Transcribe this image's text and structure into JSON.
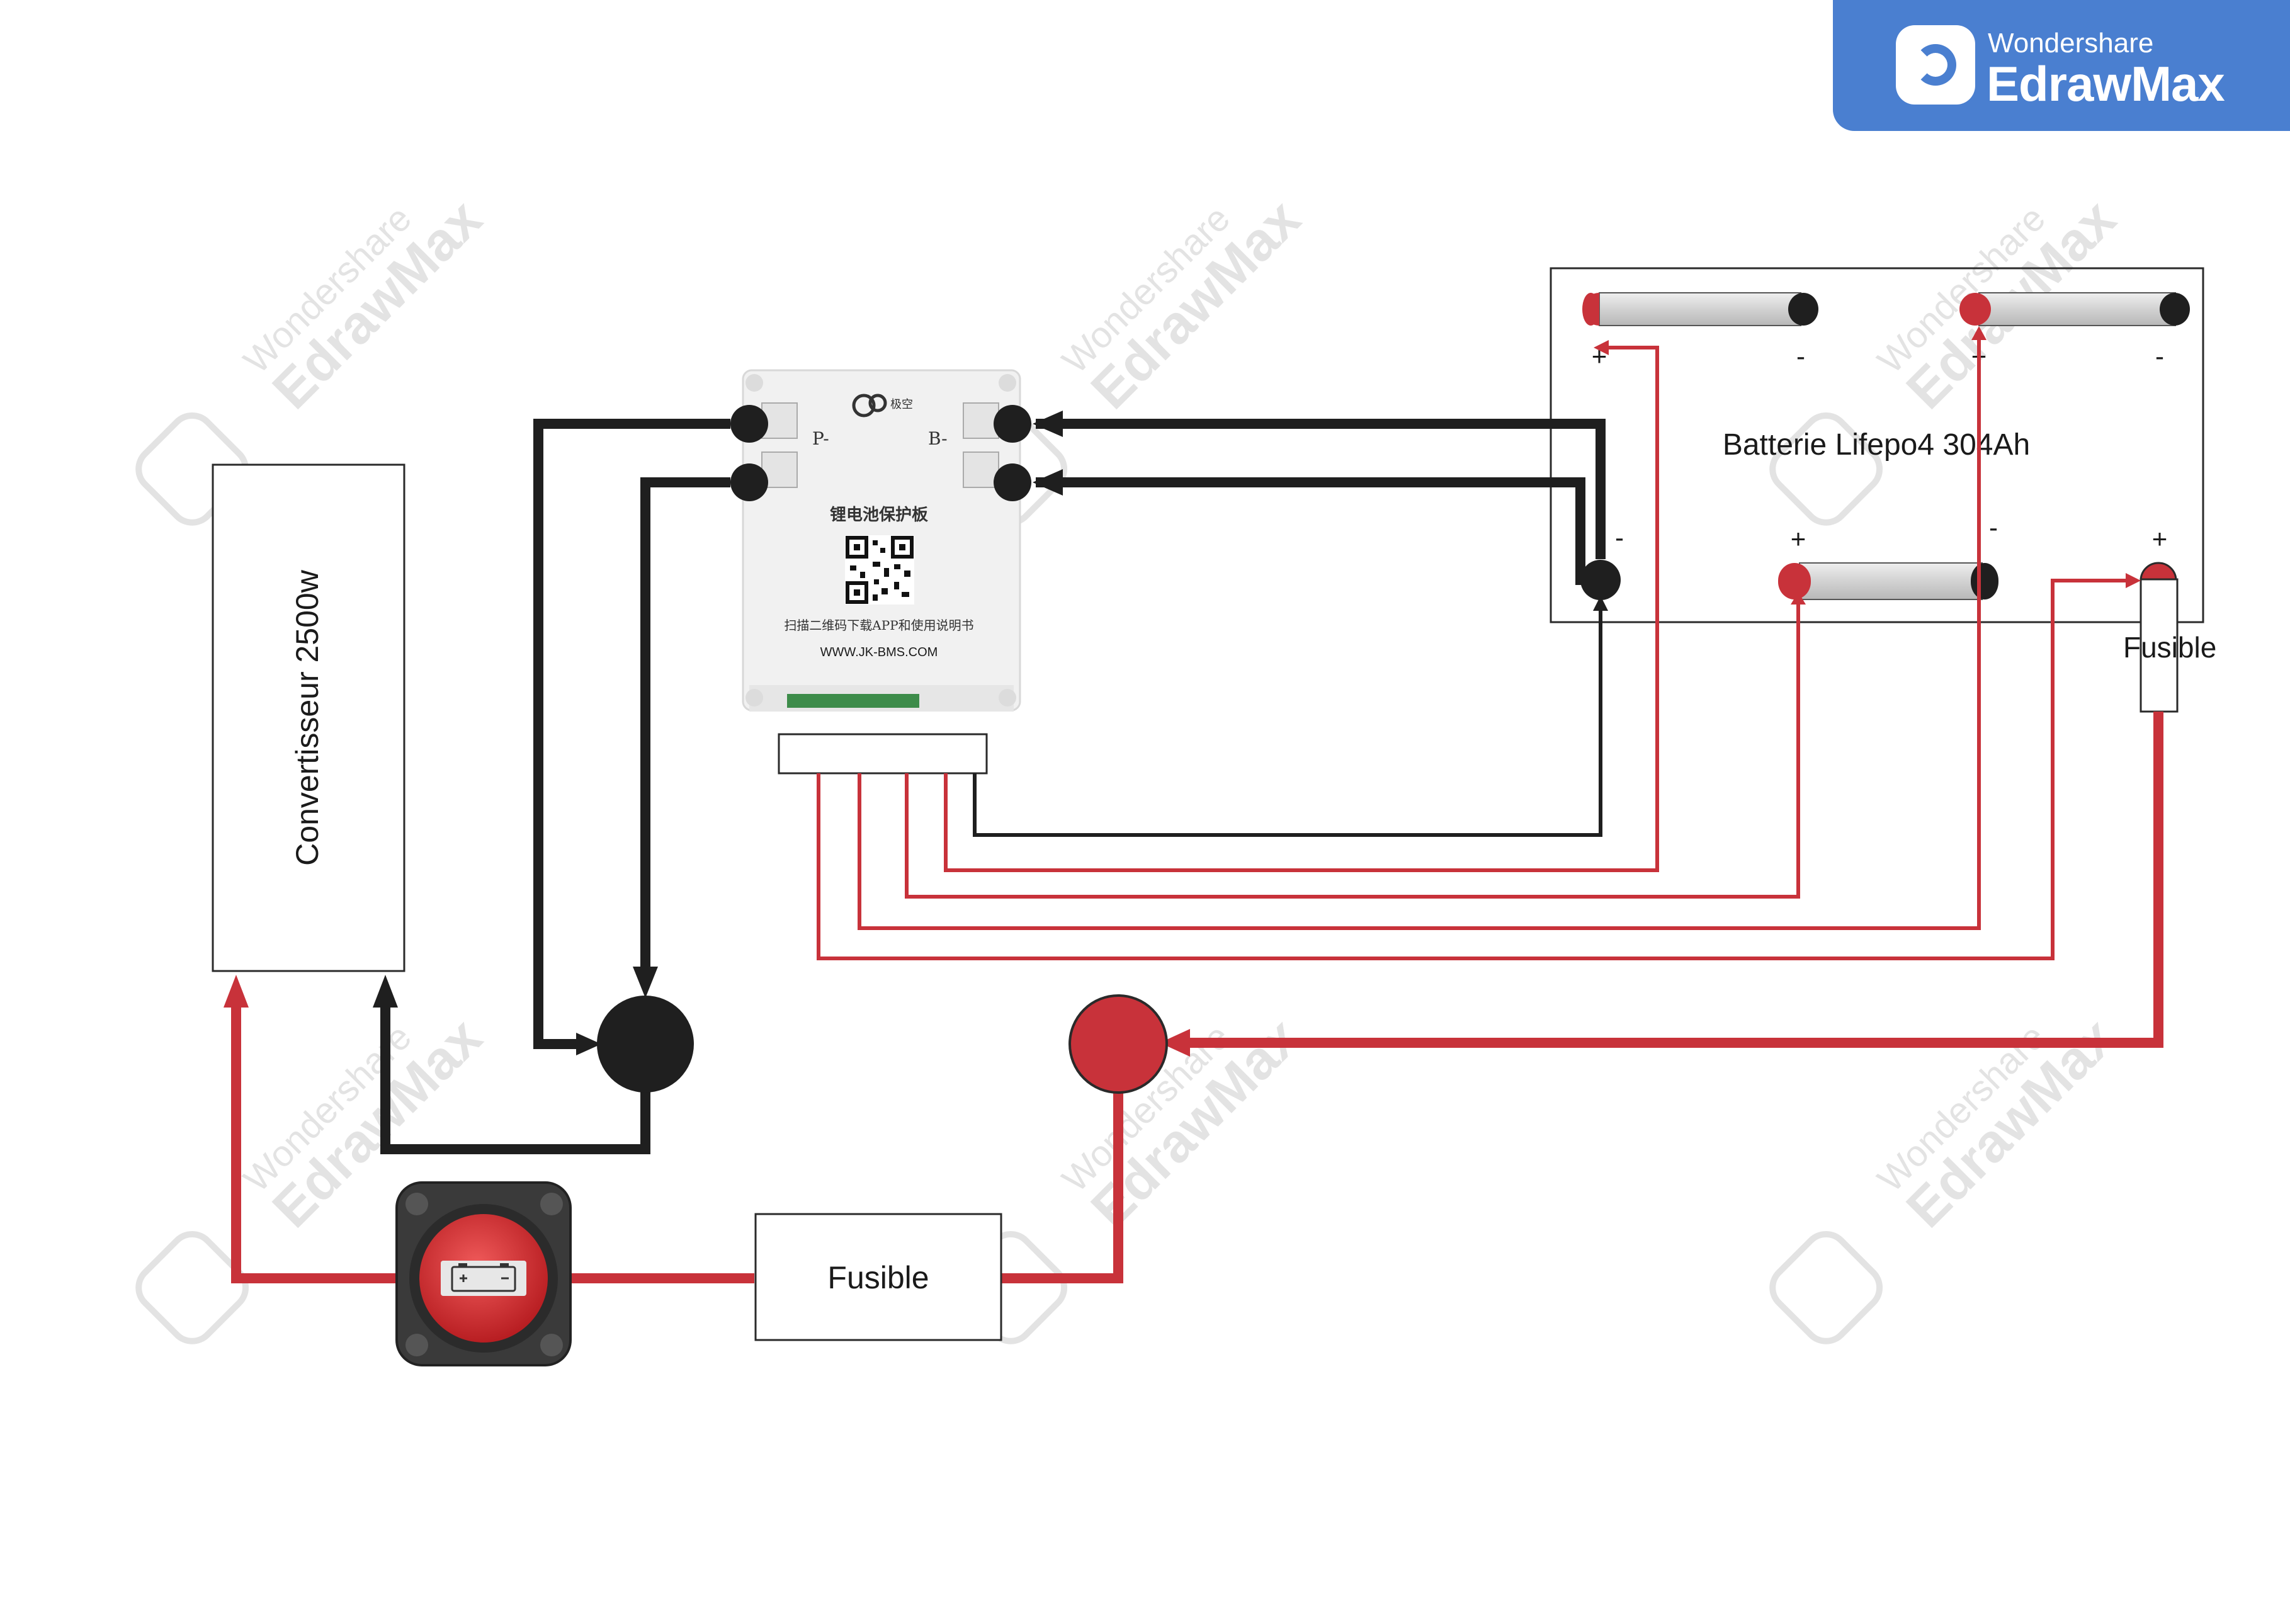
{
  "brand": {
    "line1": "Wondershare",
    "line2": "EdrawMax"
  },
  "watermark": {
    "line1": "Wondershare",
    "line2": "EdrawMax"
  },
  "converter": {
    "label": "Convertisseur 2500w"
  },
  "battery": {
    "label": "Batterie Lifepo4 304Ah",
    "plus": "+",
    "minus": "-"
  },
  "bms": {
    "p_minus": "P-",
    "b_minus": "B-",
    "title_cn": "锂电池保护板",
    "scan_cn": "扫描二维码下载APP和使用说明书",
    "url": "WWW.JK-BMS.COM",
    "logo_cn": "极空"
  },
  "fuse_main": {
    "label": "Fusible"
  },
  "fuse_battery": {
    "label": "Fusible"
  },
  "colors": {
    "red_wire": "#c8323a",
    "black_wire": "#1f1f1f",
    "brand_blue": "#4a7fd0"
  }
}
